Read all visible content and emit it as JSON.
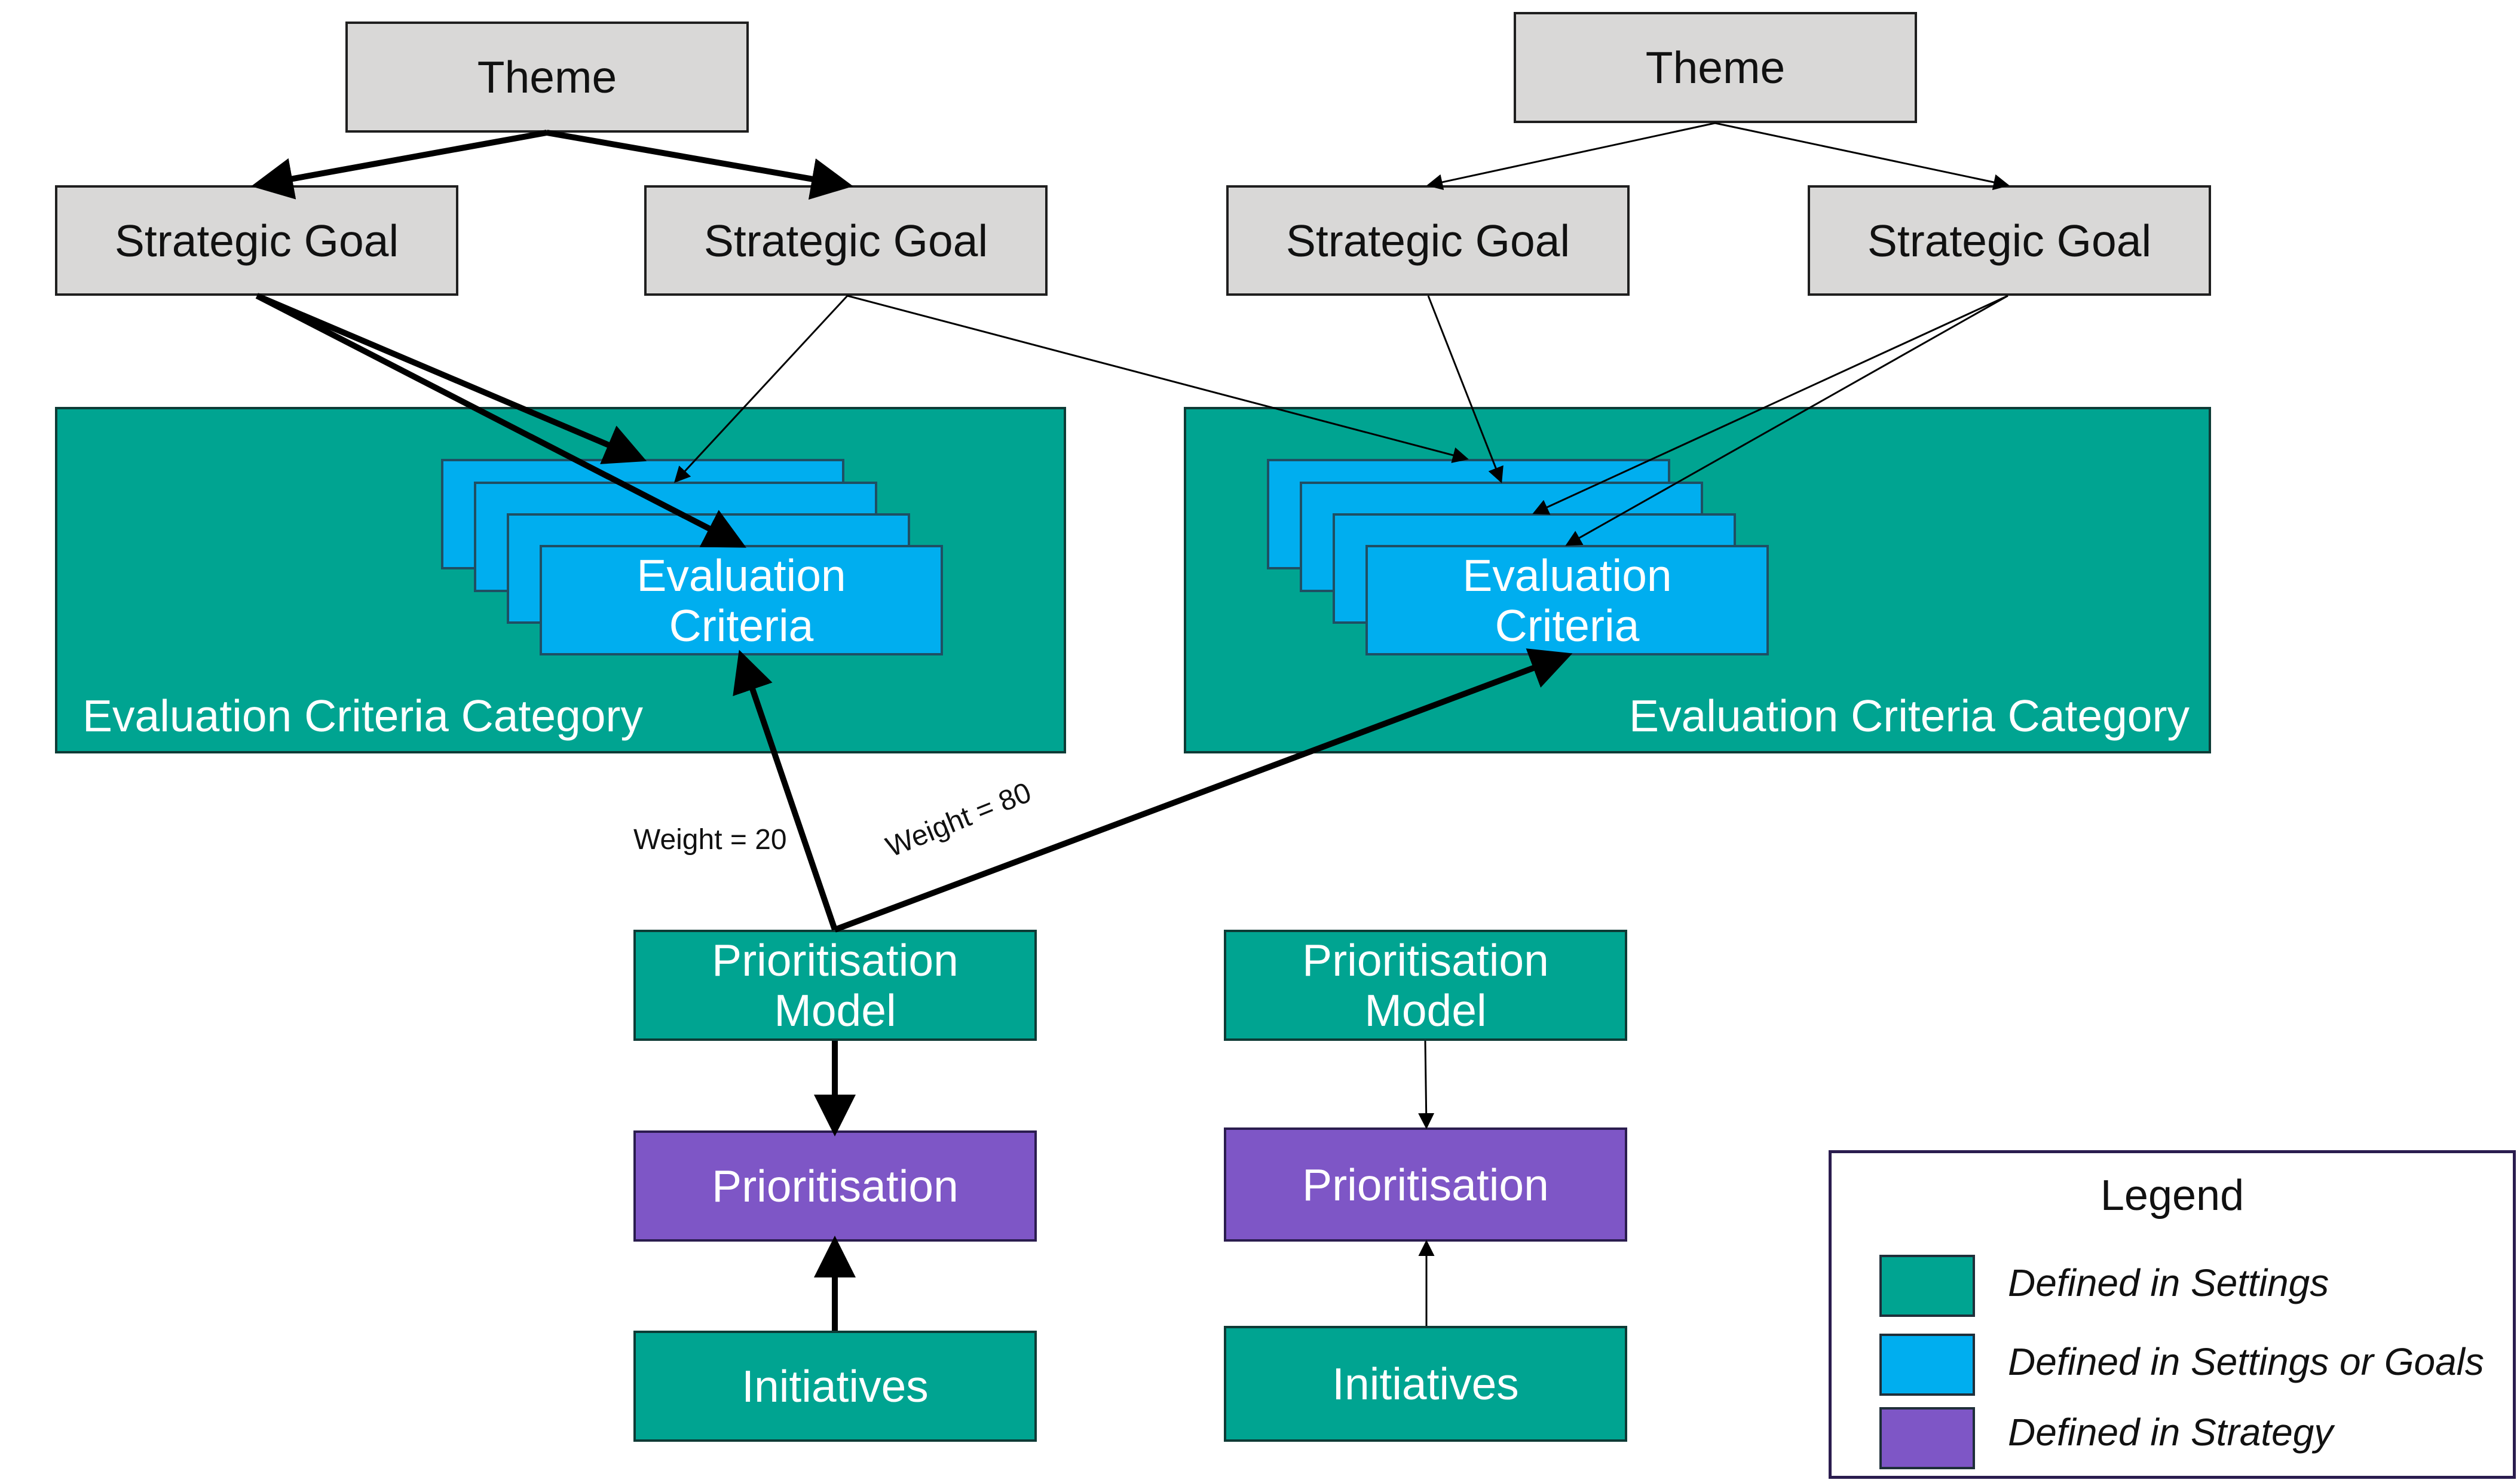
{
  "themes": [
    "Theme",
    "Theme"
  ],
  "strategic_goals": [
    "Strategic Goal",
    "Strategic Goal",
    "Strategic Goal",
    "Strategic Goal"
  ],
  "evaluation_criteria_label": "Evaluation Criteria",
  "evaluation_criteria_category_label": "Evaluation Criteria Category",
  "prioritisation_model_label": "Prioritisation Model",
  "prioritisation_label": "Prioritisation",
  "initiatives_label": "Initiatives",
  "weights": [
    "Weight = 20",
    "Weight = 80"
  ],
  "legend": {
    "title": "Legend",
    "items": [
      {
        "label": "Defined in Settings",
        "color": "#00a491"
      },
      {
        "label": "Defined in Settings or Goals",
        "color": "#00aeef"
      },
      {
        "label": "Defined in Strategy",
        "color": "#7e56c6"
      }
    ]
  },
  "colors": {
    "gray": "#d9d8d7",
    "teal": "#00a491",
    "blue": "#00aeef",
    "purple": "#7e56c6"
  }
}
